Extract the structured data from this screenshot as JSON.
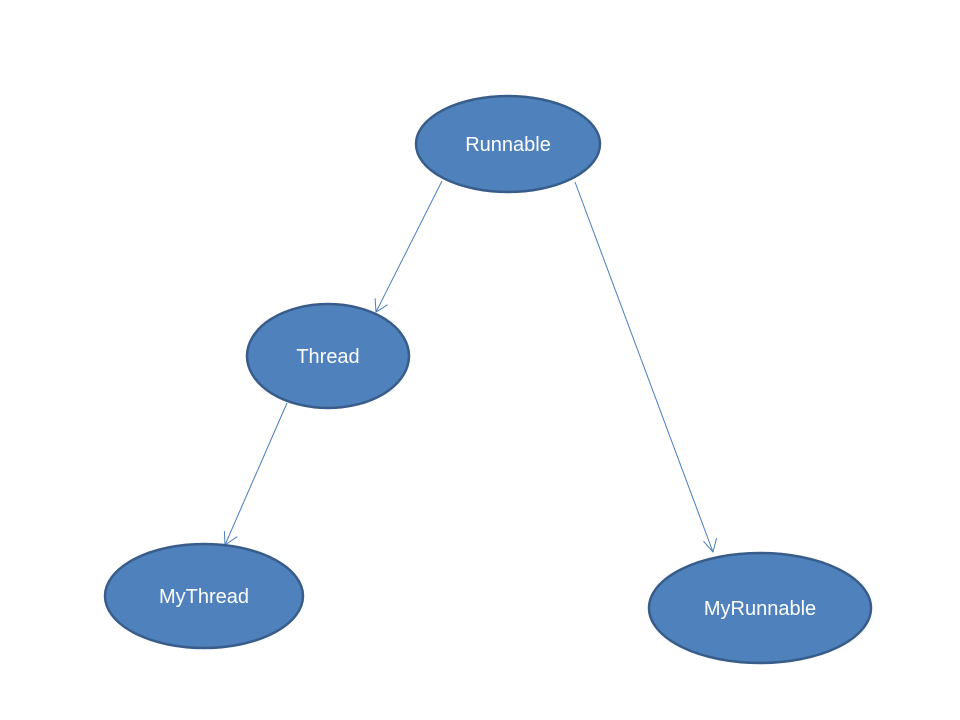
{
  "diagram": {
    "nodes": [
      {
        "id": "runnable",
        "label": "Runnable"
      },
      {
        "id": "thread",
        "label": "Thread"
      },
      {
        "id": "mythread",
        "label": "MyThread"
      },
      {
        "id": "myrunnable",
        "label": "MyRunnable"
      }
    ],
    "edges": [
      {
        "from": "runnable",
        "to": "thread"
      },
      {
        "from": "thread",
        "to": "mythread"
      },
      {
        "from": "runnable",
        "to": "myrunnable"
      }
    ]
  },
  "colors": {
    "node_fill": "#4f81bd",
    "node_stroke": "#385d8a",
    "label_text": "#ffffff",
    "edge": "#4a7ebb",
    "background": "#ffffff"
  }
}
